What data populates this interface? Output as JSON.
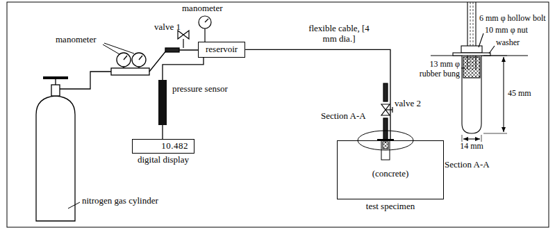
{
  "diagram": {
    "nodes": [
      {
        "text": [
          "reservoir"
        ]
      },
      {
        "text": [
          "pressure sensor"
        ]
      },
      {
        "text": [
          "10.482",
          "digital display"
        ]
      },
      {
        "text": [
          "(concrete)",
          "test specimen"
        ]
      }
    ],
    "edges": [
      {
        "from": 0,
        "to": 1,
        "arrow": "none"
      },
      {
        "from": 1,
        "to": 2,
        "arrow": "none"
      },
      {
        "from": 0,
        "to": 3,
        "label": "flexible cable, [4 mm dia.]",
        "arrow": "none"
      }
    ],
    "labels": [
      "manometer",
      "valve 1",
      "manometer",
      "nitrogen gas cylinder",
      "valve 2",
      "Section A-A",
      "6 mm φ hollow bolt",
      "10 mm φ nut",
      "washer",
      "13 mm φ rubber bung",
      "45 mm",
      "14 mm",
      "Section A-A"
    ]
  }
}
